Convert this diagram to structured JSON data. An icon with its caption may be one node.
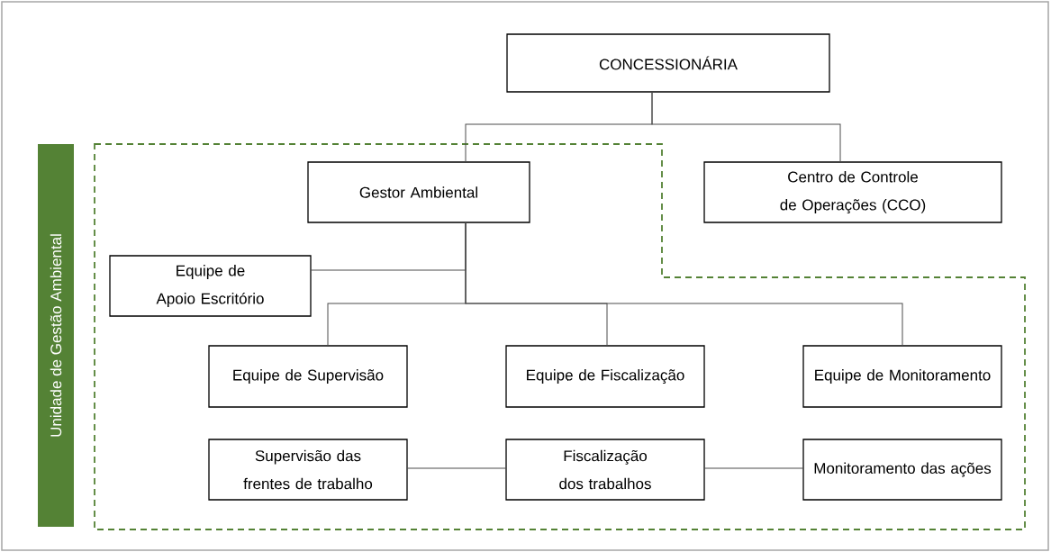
{
  "diagram": {
    "nodes": [
      {
        "text": [
          "CONCESSIONÁRIA"
        ]
      },
      {
        "text": [
          "Gestor Ambiental"
        ]
      },
      {
        "text": [
          "Centro de Controle de Operações (CCO)"
        ]
      },
      {
        "text": [
          "Equipe de Apoio Escritório"
        ]
      },
      {
        "text": [
          "Equipe de Supervisão"
        ]
      },
      {
        "text": [
          "Equipe de Fiscalização"
        ]
      },
      {
        "text": [
          "Equipe de Monitoramento"
        ]
      },
      {
        "text": [
          "Supervisão das frentes de trabalho"
        ]
      },
      {
        "text": [
          "Fiscalização dos trabalhos"
        ]
      },
      {
        "text": [
          "Monitoramento das ações"
        ]
      },
      {
        "text": [
          "Unidade de Gestão Ambiental"
        ]
      }
    ],
    "edges": [
      {
        "from": 0,
        "to": 1,
        "arrow": "none"
      },
      {
        "from": 0,
        "to": 2,
        "arrow": "none"
      },
      {
        "from": 1,
        "to": 3,
        "arrow": "none"
      },
      {
        "from": 1,
        "to": 4,
        "arrow": "none"
      },
      {
        "from": 1,
        "to": 5,
        "arrow": "none"
      },
      {
        "from": 1,
        "to": 6,
        "arrow": "none"
      },
      {
        "from": 7,
        "to": 8,
        "arrow": "none"
      },
      {
        "from": 8,
        "to": 9,
        "arrow": "none"
      }
    ]
  }
}
